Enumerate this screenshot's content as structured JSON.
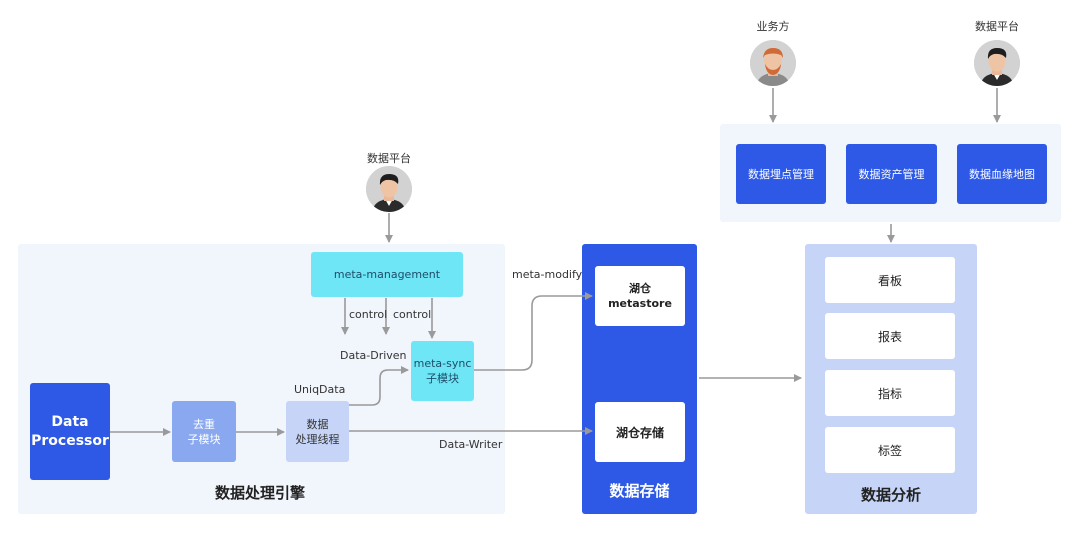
{
  "actors": {
    "business": "业务方",
    "platform_top": "数据平台",
    "platform_mid": "数据平台"
  },
  "engine": {
    "title": "数据处理引擎",
    "processor": "Data Processor",
    "dedup": "去重\n子模块",
    "thread": "数据\n处理线程",
    "meta_management": "meta-management",
    "meta_sync": "meta-sync\n子模块",
    "control_left": "control",
    "control_right": "control",
    "data_driven": "Data-Driven",
    "uniqdata": "UniqData"
  },
  "storage": {
    "title": "数据存储",
    "metastore": "湖仓\nmetastore",
    "lakestore": "湖仓存储",
    "meta_modify": "meta-modify",
    "data_writer": "Data-Writer"
  },
  "tools": {
    "items": [
      "数据埋点管理",
      "数据资产管理",
      "数据血缘地图"
    ]
  },
  "analysis": {
    "title": "数据分析",
    "items": [
      "看板",
      "报表",
      "指标",
      "标签"
    ]
  },
  "colors": {
    "blue": "#2d59e6",
    "cyan": "#6fe6f5",
    "light_blue": "#8aa8ef",
    "pale_blue": "#c6d5f7",
    "panel": "#f1f5fc",
    "arrow": "#9a9a9a"
  }
}
